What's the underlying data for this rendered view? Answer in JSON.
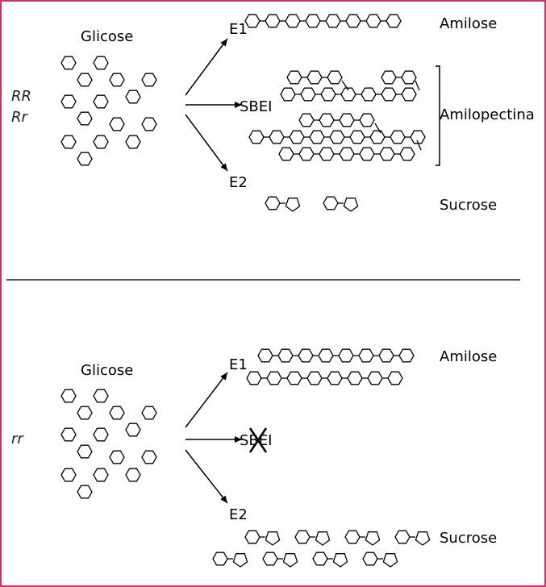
{
  "colors": {
    "frame": "#c8356a",
    "divider": "#555555",
    "ink": "#000000"
  },
  "panels": [
    {
      "genotypes": [
        "RR",
        "Rr"
      ],
      "substrate": "Glicose",
      "enzymes": {
        "e1": "E1",
        "sbe": "SBEI",
        "e2": "E2"
      },
      "sbe_blocked": false,
      "products": {
        "amylose": "Amilose",
        "amylopectin": "Amilopectina",
        "sucrose": "Sucrose"
      }
    },
    {
      "genotypes": [
        "rr"
      ],
      "substrate": "Glicose",
      "enzymes": {
        "e1": "E1",
        "sbe": "SBEI",
        "e2": "E2"
      },
      "sbe_blocked": true,
      "products": {
        "amylose": "Amilose",
        "sucrose": "Sucrose"
      }
    }
  ]
}
